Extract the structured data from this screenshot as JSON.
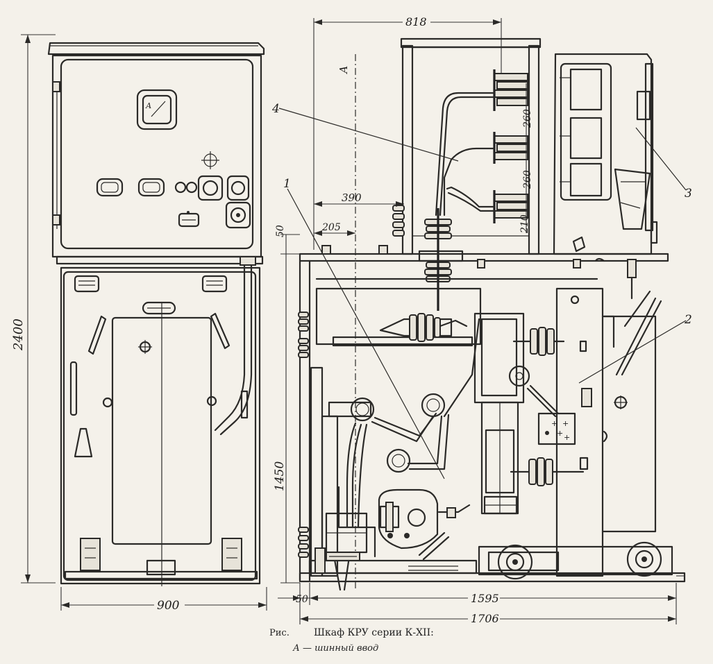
{
  "caption": {
    "line1_prefix": "Рис.",
    "line1": "Шкаф КРУ серии К-XII:",
    "line2": "А — шинный ввод"
  },
  "dimensions": {
    "total_height": "2400",
    "front_width": "900",
    "top_width": "818",
    "dim_390": "390",
    "dim_205": "205",
    "dim_50_top": "50",
    "dim_1450": "1450",
    "dim_50_bottom": "50",
    "dim_1595": "1595",
    "dim_1706": "1706",
    "pitch_260_a": "260",
    "pitch_260_b": "260",
    "pitch_210": "210"
  },
  "labels": {
    "callout_1": "1",
    "callout_2": "2",
    "callout_3": "3",
    "callout_4": "4",
    "letter_a_top": "А",
    "meter_letter": "А"
  }
}
